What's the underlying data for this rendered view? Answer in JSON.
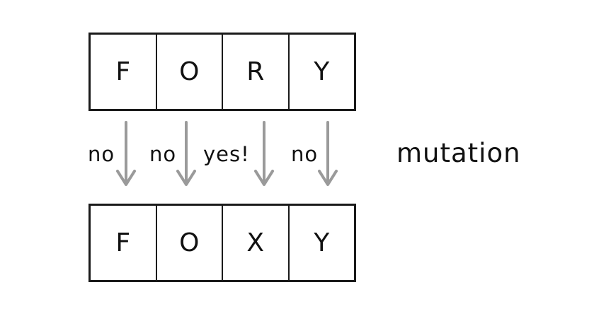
{
  "diagram": {
    "original_word": [
      "F",
      "O",
      "R",
      "Y"
    ],
    "mutated_word": [
      "F",
      "O",
      "X",
      "Y"
    ],
    "arrow_labels": [
      "no",
      "no",
      "yes!",
      "no"
    ],
    "operation_label": "mutation",
    "colors": {
      "arrow": "#9a9a9a",
      "box_border": "#1a1a1a",
      "text": "#111111"
    }
  }
}
